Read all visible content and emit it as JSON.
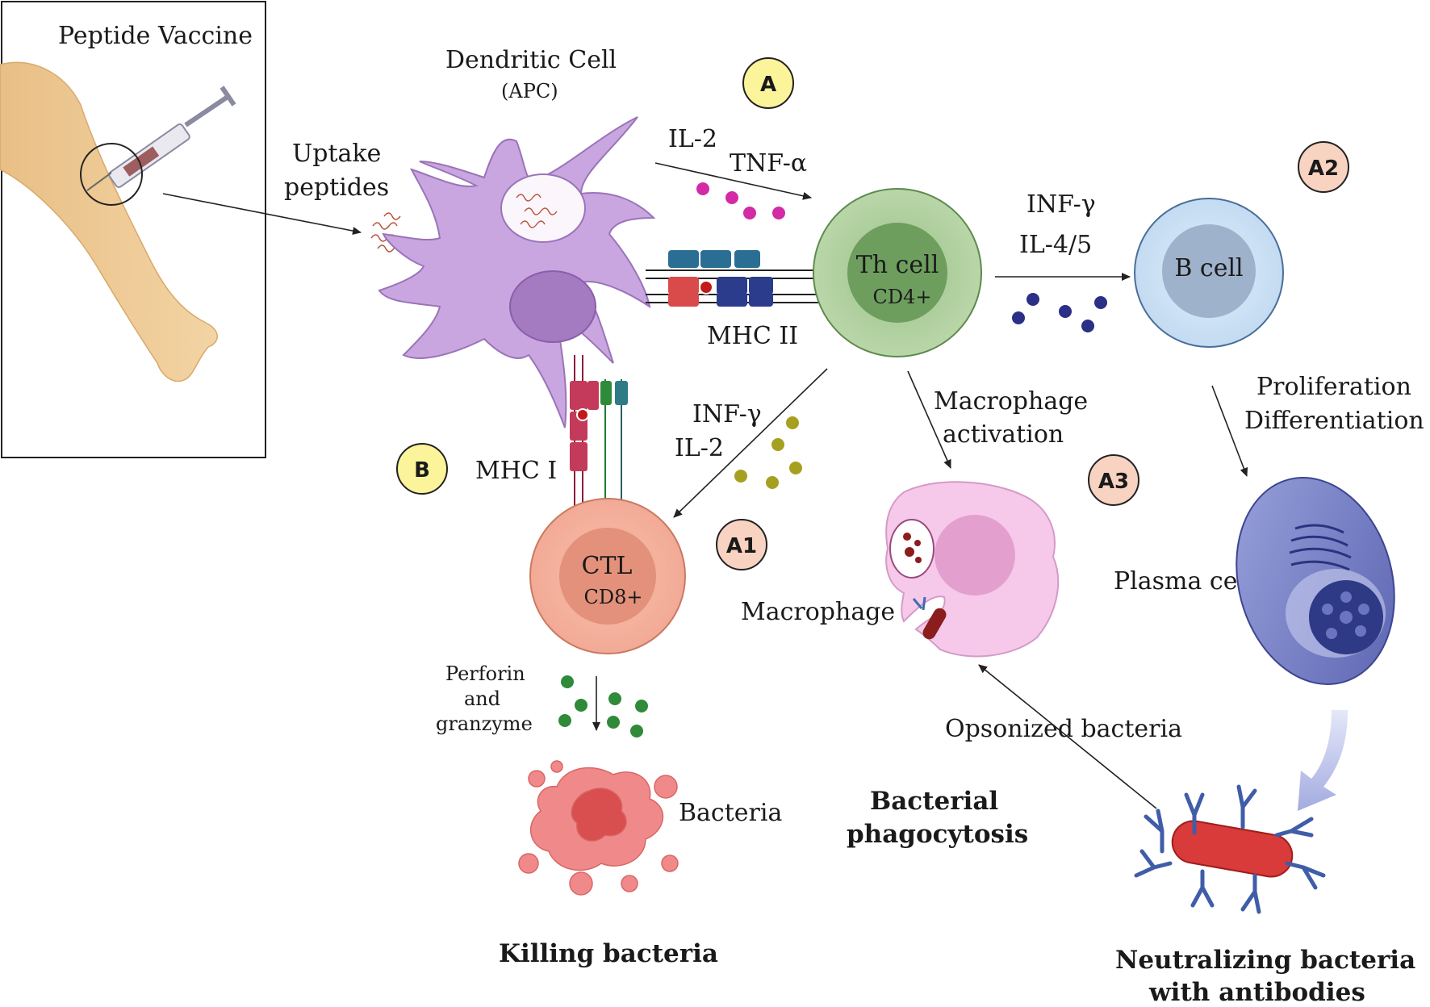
{
  "vaccine": {
    "title": "Peptide Vaccine"
  },
  "dendritic": {
    "title": "Dendritic Cell",
    "subtitle": "(APC)"
  },
  "uptake": {
    "line1": "Uptake",
    "line2": "peptides"
  },
  "cytokines_th": {
    "line1": "IL-2",
    "line2": "TNF-α"
  },
  "cytokines_b": {
    "line1": "INF-γ",
    "line2": "IL-4/5"
  },
  "cytokines_ctl": {
    "line1": "INF-γ",
    "line2": "IL-2"
  },
  "th_cell": {
    "name": "Th cell",
    "marker": "CD4+"
  },
  "b_cell": {
    "name": "B cell"
  },
  "ctl": {
    "name": "CTL",
    "marker": "CD8+"
  },
  "mhc": {
    "class2": "MHC II",
    "class1": "MHC I"
  },
  "badges": {
    "a": "A",
    "a1": "A1",
    "a2": "A2",
    "a3": "A3",
    "b": "B"
  },
  "macrophage_activation": {
    "line1": "Macrophage",
    "line2": "activation"
  },
  "proliferation": {
    "line1": "Proliferation",
    "line2": "Differentiation"
  },
  "macrophage": {
    "label": "Macrophage"
  },
  "plasma_cell": {
    "label": "Plasma cell"
  },
  "perforin": {
    "line1": "Perforin",
    "line2": "and",
    "line3": "granzyme"
  },
  "bacteria": {
    "label": "Bacteria"
  },
  "opsonized": {
    "label": "Opsonized bacteria"
  },
  "outcomes": {
    "killing": "Killing bacteria",
    "phago_line1": "Bacterial",
    "phago_line2": "phagocytosis",
    "neutral_line1": "Neutralizing bacteria",
    "neutral_line2": "with antibodies"
  },
  "colors": {
    "dendritic": "#c9a6e0",
    "th_cell": "#aacb98",
    "b_cell": "#cfe3f4",
    "ctl": "#f4b3a0",
    "macrophage": "#f6c9ea",
    "plasma_cell": "#7a84c8",
    "badge_yellow": "#fbf49a",
    "badge_peach": "#f8d3c2"
  }
}
